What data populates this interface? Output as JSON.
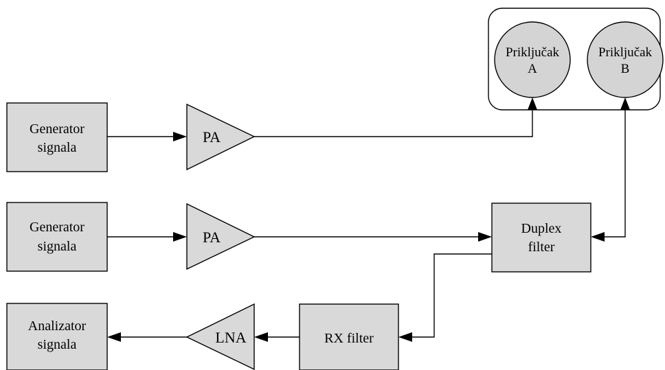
{
  "diagram": {
    "generator_1": {
      "line1": "Generator",
      "line2": "signala"
    },
    "generator_2": {
      "line1": "Generator",
      "line2": "signala"
    },
    "analyzer": {
      "line1": "Analizator",
      "line2": "signala"
    },
    "pa_1": "PA",
    "pa_2": "PA",
    "lna": "LNA",
    "rx_filter": "RX filter",
    "duplex_filter": {
      "line1": "Duplex",
      "line2": "filter"
    },
    "port_a": {
      "line1": "Priključak",
      "line2": "A"
    },
    "port_b": {
      "line1": "Priključak",
      "line2": "B"
    }
  },
  "colors": {
    "block_fill": "#d9d9d9",
    "stroke": "#000000",
    "background": "#ffffff"
  }
}
